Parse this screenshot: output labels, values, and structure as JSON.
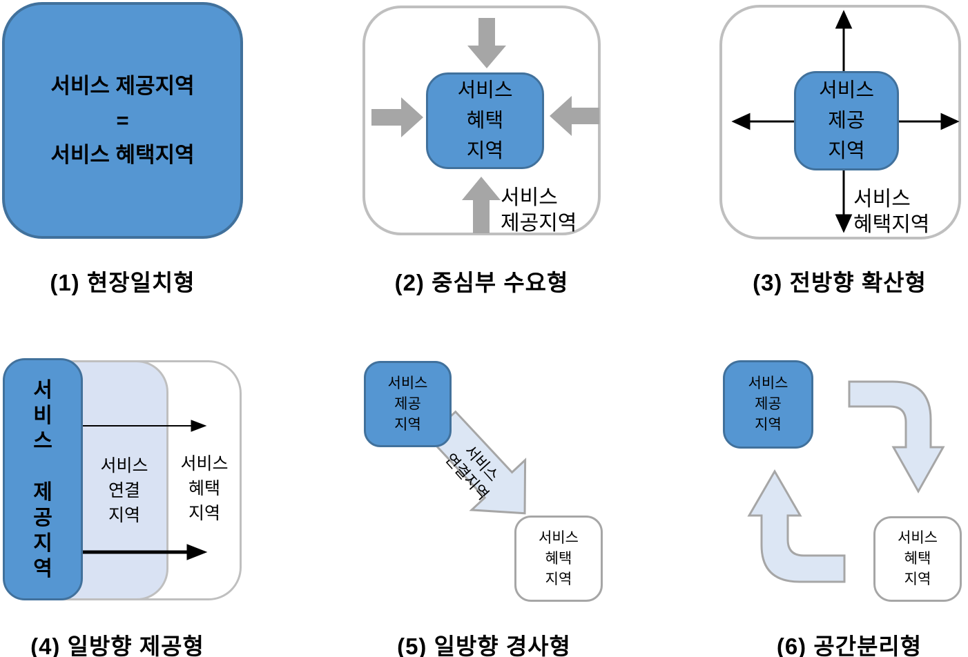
{
  "figure": {
    "description_note": "",
    "colors": {
      "box_blue": "#5596D2",
      "box_blue_border": "#41719C",
      "light_blue_fill": "#D9E2F3",
      "block_arrow_fill": "#DCE6F4",
      "arrow_gray": "#A6A6A6",
      "outline_gray": "#BFBFBF",
      "text": "#000000"
    },
    "panels": [
      {
        "caption": "(1) 현장일치형",
        "labels": {
          "main": "서비스 제공지역\n=\n서비스 혜택지역"
        }
      },
      {
        "caption": "(2) 중심부 수요형",
        "labels": {
          "center_box": "서비스\n혜택\n지역",
          "outer": "서비스\n제공지역"
        }
      },
      {
        "caption": "(3) 전방향 확산형",
        "labels": {
          "center_box": "서비스\n제공\n지역",
          "outer": "서비스\n혜택지역"
        }
      },
      {
        "caption": "(4) 일방향 제공형",
        "labels": {
          "provider": "서\n비\n스\n\n제\n공\n지\n역",
          "link": "서비스\n연결\n지역",
          "benefit": "서비스\n혜택\n지역"
        }
      },
      {
        "caption": "(5) 일방향 경사형",
        "labels": {
          "provider": "서비스\n제공\n지역",
          "link": "서비스\n연결지역",
          "benefit": "서비스\n혜택\n지역"
        }
      },
      {
        "caption": "(6) 공간분리형",
        "labels": {
          "provider": "서비스\n제공\n지역",
          "benefit": "서비스\n혜택\n지역"
        }
      }
    ]
  }
}
